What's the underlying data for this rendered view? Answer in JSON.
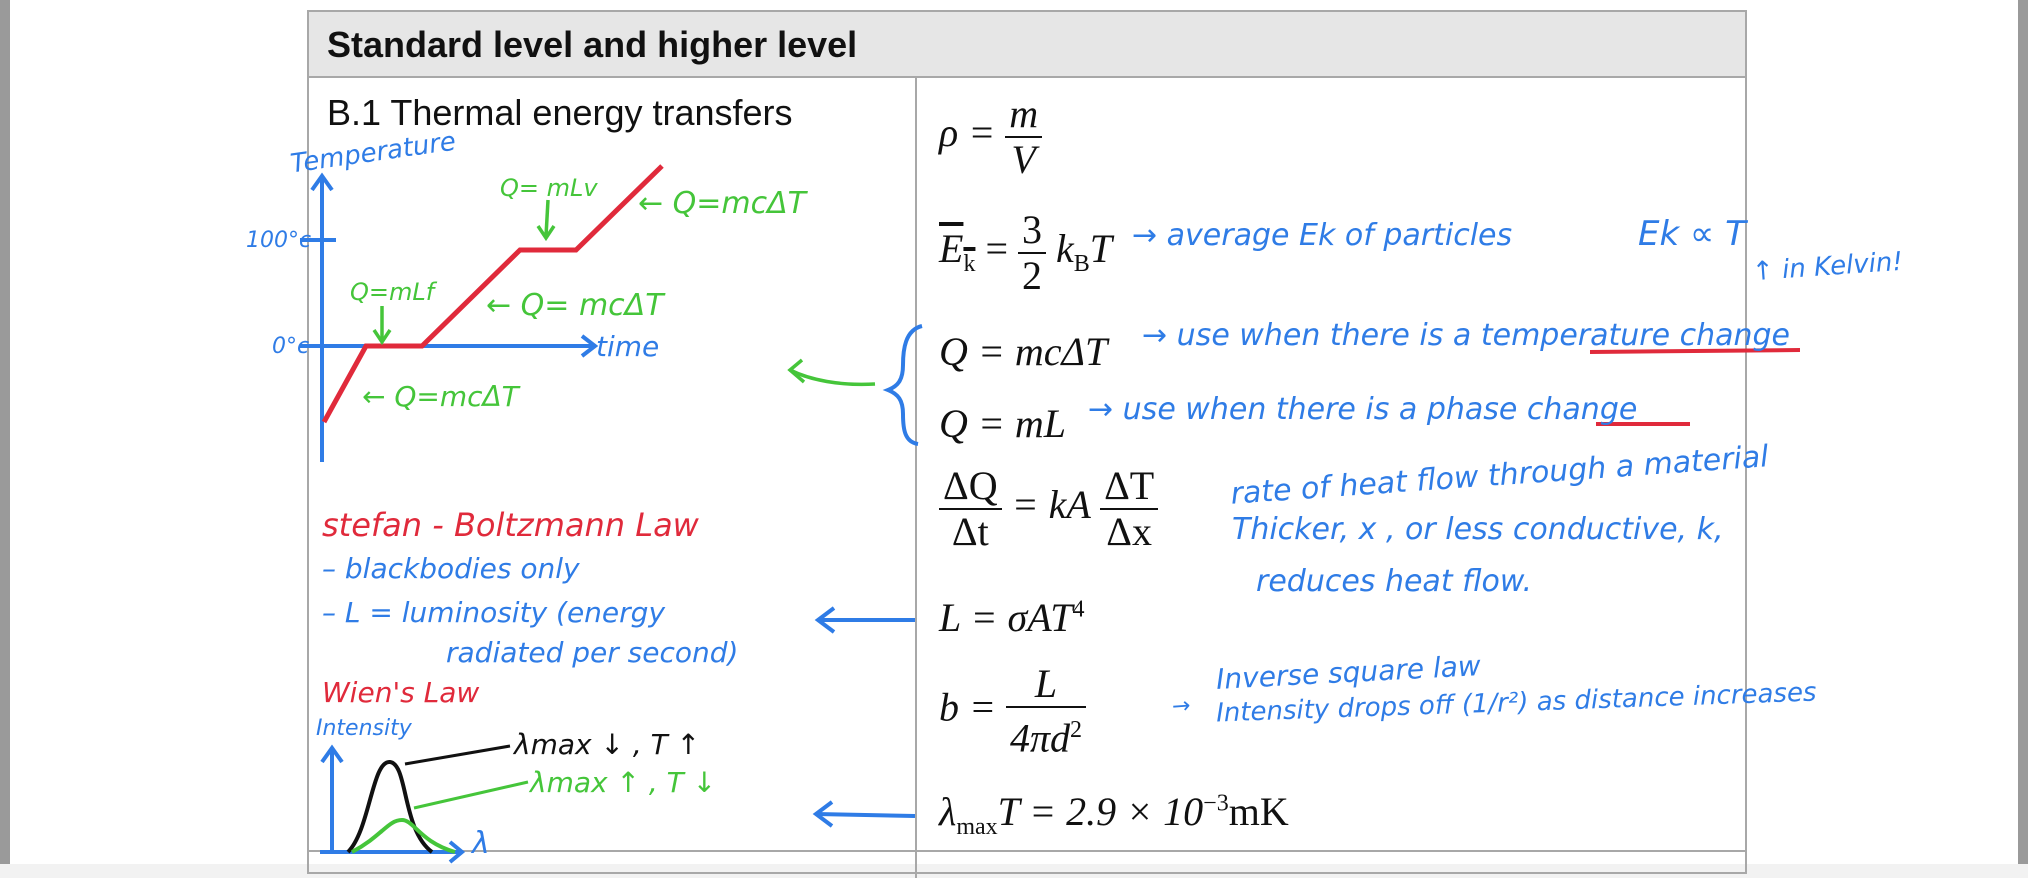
{
  "header": {
    "title": "Standard level and higher level"
  },
  "section": {
    "title": "B.1 Thermal energy transfers"
  },
  "graph": {
    "y_label": "Temperature",
    "x_label": "time",
    "tick_100": "100°c",
    "tick_0": "0°c",
    "ann_mlv": "Q= mLv",
    "ann_top": "← Q=mcΔT",
    "ann_mlf": "Q=mLf",
    "ann_mid": "← Q= mcΔT",
    "ann_bottom": "← Q=mcΔT"
  },
  "stefan": {
    "title": "stefan - Boltzmann Law",
    "line1": "– blackbodies only",
    "line2": "– L = luminosity (energy",
    "line3": "radiated per second)"
  },
  "wien": {
    "title": "Wien's Law",
    "y_label": "Intensity",
    "note_black": "λmax ↓ , T ↑",
    "note_green": "λmax ↑ , T ↓",
    "x_label": "λ"
  },
  "equations": {
    "density_lhs": "ρ =",
    "density_num": "m",
    "density_den": "V",
    "ek_lhs": "E",
    "ek_sub": "k",
    "ek_num": "3",
    "ek_den": "2",
    "ek_rhs": "k",
    "ek_rhs_sub": "B",
    "ek_T": "T",
    "q1": "Q = mcΔT",
    "q2": "Q = mL",
    "cond_num1": "ΔQ",
    "cond_den1": "Δt",
    "cond_mid": "= kA",
    "cond_num2": "ΔT",
    "cond_den2": "Δx",
    "lum": "L = σAT",
    "lum_sup": "4",
    "b_lhs": "b =",
    "b_num": "L",
    "b_den": "4πd",
    "b_den_sup": "2",
    "wien_lhs": "λ",
    "wien_sub": "max",
    "wien_rhs": "T = 2.9 × 10",
    "wien_sup": "−3",
    "wien_unit": "mK"
  },
  "notes": {
    "ek_note": "→ average Ek of particles",
    "ek_prop": "Ek ∝ T",
    "kelvin": "↑ in Kelvin!",
    "q1_note": "→ use when there is a temperature change",
    "q2_note": "→ use when there is a phase change",
    "cond1": "rate of heat flow through a material",
    "cond2": "Thicker, x , or less conductive, k,",
    "cond3": "reduces heat flow.",
    "b1": "Inverse square law",
    "b2": "Intensity drops off (1/r²) as distance increases"
  },
  "colors": {
    "blue": "#2f7ce6",
    "green": "#45c53a",
    "red": "#e02a3b",
    "black": "#111111"
  }
}
